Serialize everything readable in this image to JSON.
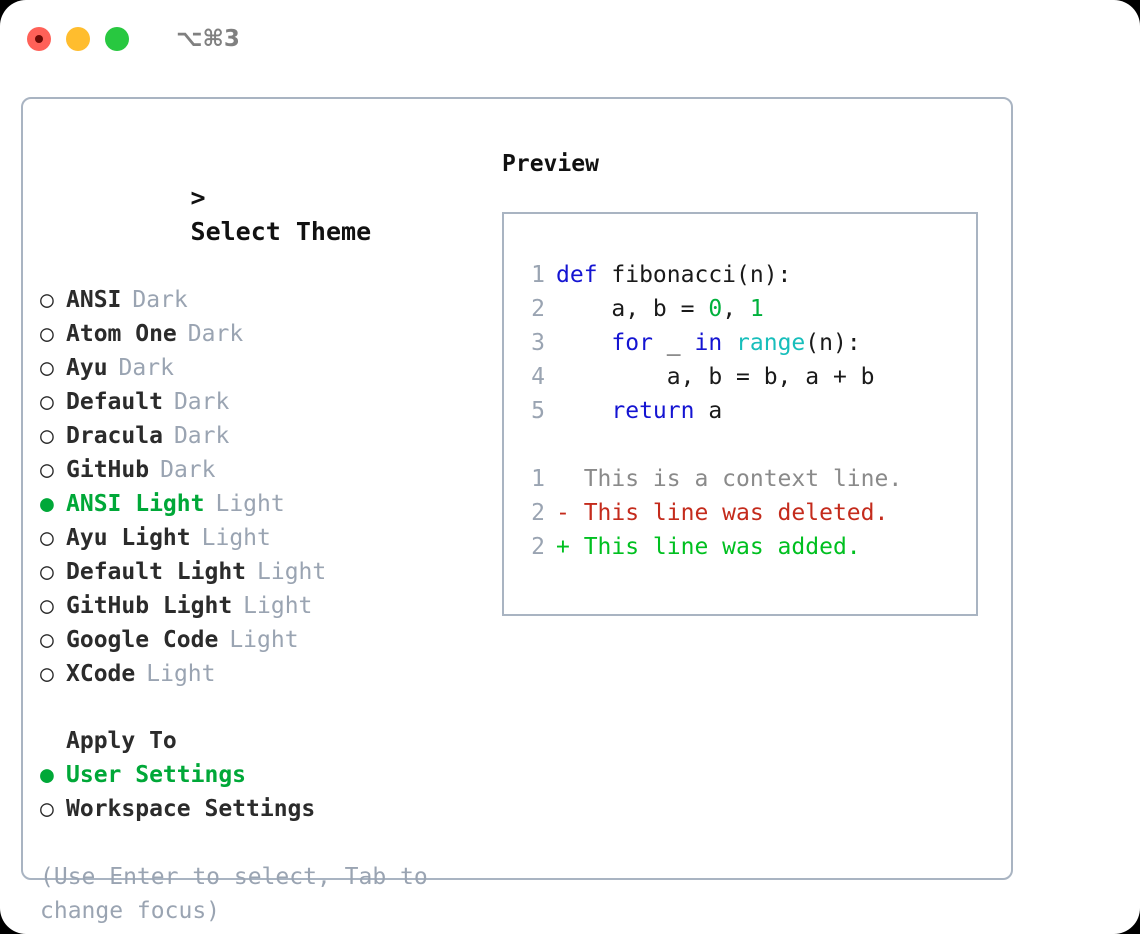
{
  "titlebar": {
    "shortcut": "⌥⌘3",
    "lights": [
      "close",
      "minimize",
      "maximize"
    ]
  },
  "left": {
    "header": "> Select Theme",
    "caret": ">",
    "header_text": "Select Theme",
    "themes": [
      {
        "bullet": "○",
        "name": "ANSI",
        "tag": "Dark",
        "selected": false
      },
      {
        "bullet": "○",
        "name": "Atom One",
        "tag": "Dark",
        "selected": false
      },
      {
        "bullet": "○",
        "name": "Ayu",
        "tag": "Dark",
        "selected": false
      },
      {
        "bullet": "○",
        "name": "Default",
        "tag": "Dark",
        "selected": false
      },
      {
        "bullet": "○",
        "name": "Dracula",
        "tag": "Dark",
        "selected": false
      },
      {
        "bullet": "○",
        "name": "GitHub",
        "tag": "Dark",
        "selected": false
      },
      {
        "bullet": "●",
        "name": "ANSI Light",
        "tag": "Light",
        "selected": true
      },
      {
        "bullet": "○",
        "name": "Ayu Light",
        "tag": "Light",
        "selected": false
      },
      {
        "bullet": "○",
        "name": "Default Light",
        "tag": "Light",
        "selected": false
      },
      {
        "bullet": "○",
        "name": "GitHub Light",
        "tag": "Light",
        "selected": false
      },
      {
        "bullet": "○",
        "name": "Google Code",
        "tag": "Light",
        "selected": false
      },
      {
        "bullet": "○",
        "name": "XCode",
        "tag": "Light",
        "selected": false
      }
    ],
    "apply_to_header": "Apply To",
    "apply_to": [
      {
        "bullet": "●",
        "name": "User Settings",
        "selected": true
      },
      {
        "bullet": "○",
        "name": "Workspace Settings",
        "selected": false
      }
    ],
    "hint": "(Use Enter to select, Tab to change focus)"
  },
  "preview": {
    "title": "Preview",
    "code": [
      {
        "no": "1",
        "tokens": [
          {
            "t": "def ",
            "c": "kw"
          },
          {
            "t": "fibonacci(n):",
            "c": "txt"
          }
        ]
      },
      {
        "no": "2",
        "tokens": [
          {
            "t": "    a, b = ",
            "c": "txt"
          },
          {
            "t": "0",
            "c": "num"
          },
          {
            "t": ", ",
            "c": "txt"
          },
          {
            "t": "1",
            "c": "num"
          }
        ]
      },
      {
        "no": "3",
        "tokens": [
          {
            "t": "    ",
            "c": "txt"
          },
          {
            "t": "for",
            "c": "kw"
          },
          {
            "t": " _ ",
            "c": "txt"
          },
          {
            "t": "in",
            "c": "kw"
          },
          {
            "t": " ",
            "c": "txt"
          },
          {
            "t": "range",
            "c": "fn"
          },
          {
            "t": "(n):",
            "c": "txt"
          }
        ]
      },
      {
        "no": "4",
        "tokens": [
          {
            "t": "        a, b = b, a + b",
            "c": "txt"
          }
        ]
      },
      {
        "no": "5",
        "tokens": [
          {
            "t": "    ",
            "c": "txt"
          },
          {
            "t": "return",
            "c": "kw"
          },
          {
            "t": " a",
            "c": "txt"
          }
        ]
      }
    ],
    "diff": [
      {
        "no": "1",
        "marker": " ",
        "text": "  This is a context line.",
        "kind": "ctx"
      },
      {
        "no": "2",
        "marker": "-",
        "text": "- This line was deleted.",
        "kind": "del"
      },
      {
        "no": "2",
        "marker": "+",
        "text": "+ This line was added.",
        "kind": "add"
      }
    ]
  },
  "colors": {
    "accent_green": "#00a838",
    "muted": "#9aa4b2",
    "border": "#a9b4c2",
    "keyword": "#1414d2",
    "function": "#17bebb",
    "number": "#00b13c",
    "diff_delete": "#c42b1c",
    "diff_add": "#00c020",
    "diff_context": "#8a8a8a",
    "light_red": "#ff6158",
    "light_yellow": "#ffbd2e",
    "light_green": "#28c840"
  }
}
